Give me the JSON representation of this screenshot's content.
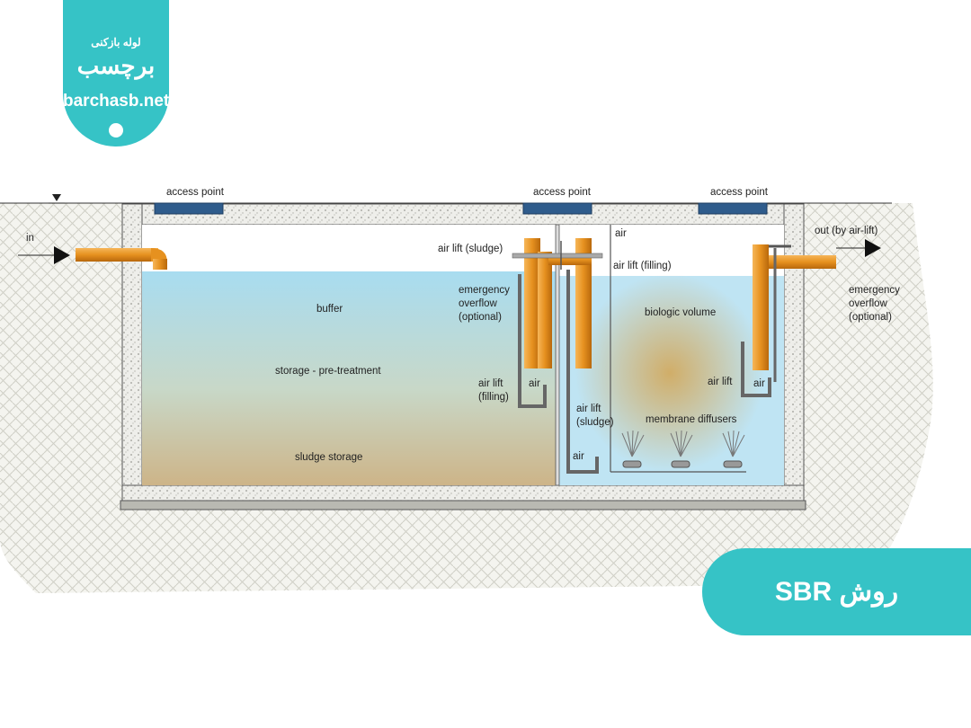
{
  "logo": {
    "line1": "لوله بازکنی",
    "line2": "برچسب",
    "domain": "barchasb.net"
  },
  "title": "روش SBR",
  "diagram": {
    "labels": {
      "access_point_1": "access point",
      "access_point_2": "access point",
      "access_point_3": "access point",
      "in": "in",
      "out": "out (by air-lift)",
      "emergency_overflow_right": [
        "emergency",
        "overflow",
        "(optional)"
      ],
      "air_lift_sludge_top": "air lift (sludge)",
      "air_top": "air",
      "air_lift_filling_top": "air lift (filling)",
      "emergency_overflow_mid": [
        "emergency",
        "overflow",
        "(optional)"
      ],
      "buffer": "buffer",
      "biologic_volume": "biologic volume",
      "storage": "storage - pre-treatment",
      "air_lift_filling_left": [
        "air lift",
        "(filling)"
      ],
      "air_1": "air",
      "air_lift_sludge_mid": [
        "air lift",
        "(sludge)"
      ],
      "air_lift_right": "air lift",
      "air_2": "air",
      "membrane_diffusers": "membrane diffusers",
      "air_3": "air",
      "sludge_storage": "sludge storage"
    }
  }
}
